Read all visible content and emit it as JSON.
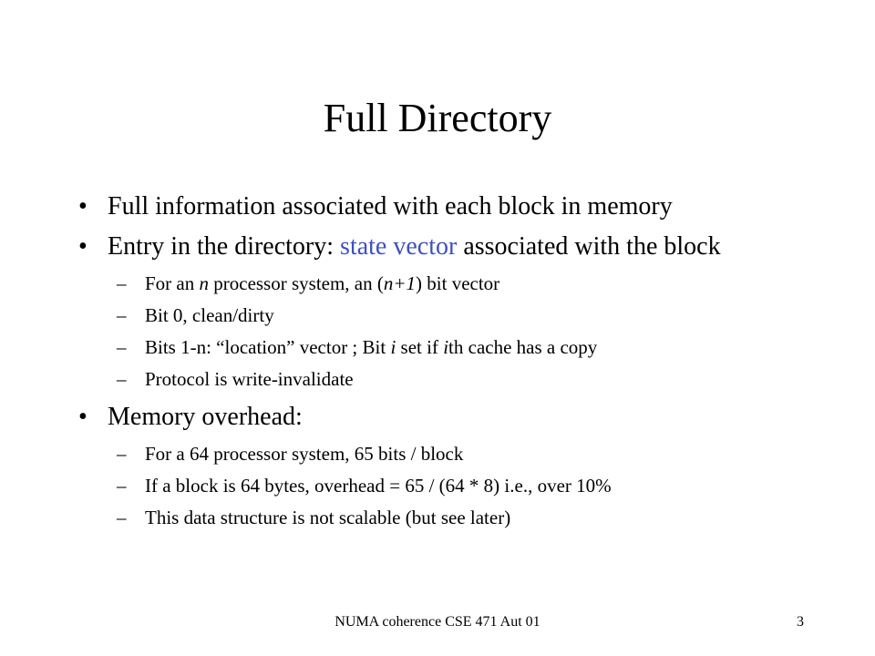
{
  "title": "Full Directory",
  "bullets": [
    {
      "text": "Full information associated with each block in memory"
    },
    {
      "before": "Entry in the directory: ",
      "highlight": "state vector",
      "after": " associated with the block",
      "subs": [
        {
          "p1": "For an  ",
          "i1": "n",
          "p2": " processor system, an (",
          "i2": "n+1",
          "p3": ") bit vector"
        },
        {
          "text": "Bit 0, clean/dirty"
        },
        {
          "p1": "Bits 1-n: “location” vector ; Bit ",
          "i1": "i",
          "p2": " set if ",
          "i2": "i",
          "p3": "th cache has a copy"
        },
        {
          "text": "Protocol is write-invalidate"
        }
      ]
    },
    {
      "text": "Memory overhead:",
      "subs": [
        {
          "text": "For a 64 processor system, 65 bits / block"
        },
        {
          "text": "If a block is 64 bytes, overhead = 65 / (64 * 8) i.e., over 10%"
        },
        {
          "text": "This data structure is not scalable (but see later)"
        }
      ]
    }
  ],
  "bullet_glyph": "•",
  "dash_glyph": "–",
  "footer": {
    "text": "NUMA coherence CSE 471 Aut 01",
    "page": "3"
  },
  "colors": {
    "highlight": "#3f4fbf"
  }
}
